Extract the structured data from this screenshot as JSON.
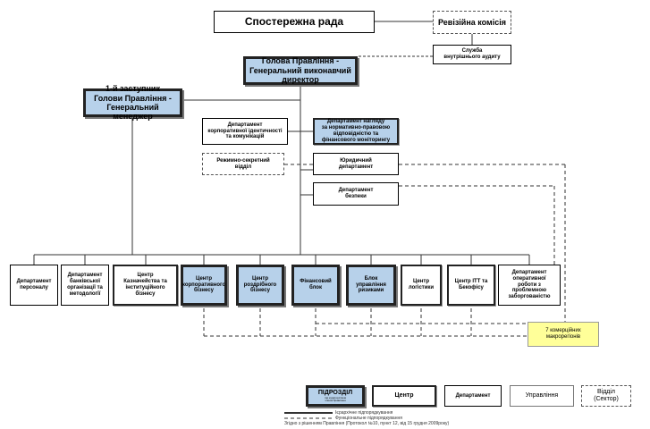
{
  "nodes": {
    "supervisory_board": "Спостережна рада",
    "audit_commission": "Ревізійна комісія",
    "internal_audit": "Служба\nвнутрішнього аудиту",
    "chairman": "Голова Правління -\nГенеральний виконавчий\nдиректор",
    "first_deputy": "1-й заступник\nГолови Правління -\nГенеральний менеджер",
    "corporate_identity": "Департамент\nкорпоративної ідентичності\nта комунікацій",
    "compliance": "Департамент нагляду\nза нормативно-правовою\nвідповідністю та\nфінансового моніторингу",
    "secret_division": "Режимно-секретний\nвідділ",
    "legal": "Юридичний\nдепартамент",
    "security": "Департамент\nбезпеки",
    "personnel": "Департамент\nперсоналу",
    "banking_methodology": "Департамент\nбанківської\nорганізації та\nметодології",
    "treasury_institutional": "Центр\nКазначейства та\nінституційного\nбізнесу",
    "corporate_business": "Центр\nкорпоративного\nбізнесу",
    "retail_business": "Центр\nроздрібного\nбізнесу",
    "financial_block": "Фінансовий\nблок",
    "risk_block": "Блок\nуправління\nризиками",
    "logistics": "Центр\nлогістики",
    "it_backoffice": "Центр ІТТ та\nБекофісу",
    "problem_debt": "Департамент\nоперативної\nроботи з\nпроблемною\nзаборгованістю",
    "macroregions": "7 комерційних\nмакрорегіонів"
  },
  "legend": {
    "subdivision_title": "ПІДРОЗДІЛ",
    "subdivision_note": "під кураторством\nчлена Правління",
    "center": "Центр",
    "department": "Департамент",
    "directorate": "Управління",
    "division": "Відділ\n(Сектор)",
    "hierarchical": "Ієрархічне підпорядкування",
    "functional": "Функціональне підпорядкування",
    "approval": "Згідно з рішенням Правління (Протокол №10, пункт 12, від 15 грудня 2009року)"
  },
  "colors": {
    "highlight": "#b7d1ea",
    "macroregion": "#ffff99"
  }
}
